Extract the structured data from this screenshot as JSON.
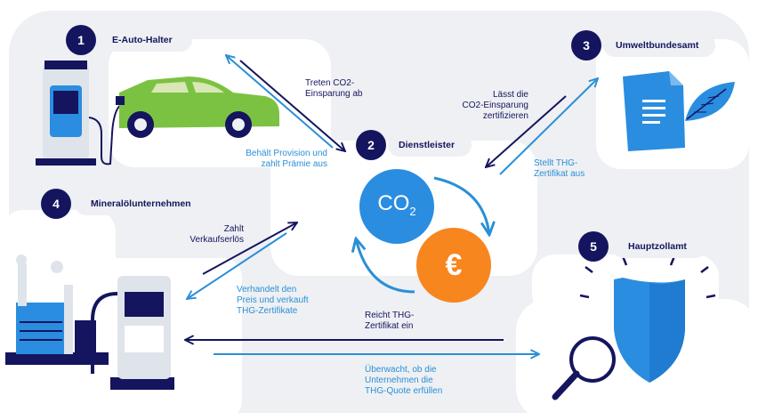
{
  "colors": {
    "navy": "#14155e",
    "light_blue": "#2b8fd6",
    "co2_blue": "#2a8de0",
    "euro_orange": "#f7861e",
    "car_green": "#7cc242",
    "background_gray": "#eef0f3"
  },
  "nodes": [
    {
      "number": "1",
      "title": "E-Auto-Halter"
    },
    {
      "number": "2",
      "title": "Dienstleister"
    },
    {
      "number": "3",
      "title": "Umweltbundesamt"
    },
    {
      "number": "4",
      "title": "Mineralölunternehmen"
    },
    {
      "number": "5",
      "title": "Hauptzollamt"
    }
  ],
  "center": {
    "co2_text": "CO",
    "co2_subscript": "2",
    "euro_symbol": "€"
  },
  "labels": {
    "treten": [
      "Treten CO2-",
      "Einsparung ab"
    ],
    "behaelt": [
      "Behält Provision und",
      "zahlt Prämie aus"
    ],
    "laesst": [
      "Lässt die",
      "CO2-Einsparung",
      "zertifizieren"
    ],
    "stellt": [
      "Stellt THG-",
      "Zertifikat aus"
    ],
    "zahlt": [
      "Zahlt",
      "Verkaufserlös"
    ],
    "verhandelt": [
      "Verhandelt den",
      "Preis und verkauft",
      "THG-Zertifikate"
    ],
    "reicht": [
      "Reicht THG-",
      "Zertifikat ein"
    ],
    "ueberwacht": [
      "Überwacht, ob die",
      "Unternehmen die",
      "THG-Quote erfüllen"
    ]
  },
  "icons": [
    "charging-station-icon",
    "electric-car-icon",
    "document-icon",
    "leaf-icon",
    "factory-icon",
    "fuel-pump-icon",
    "shield-icon",
    "magnifier-icon"
  ]
}
